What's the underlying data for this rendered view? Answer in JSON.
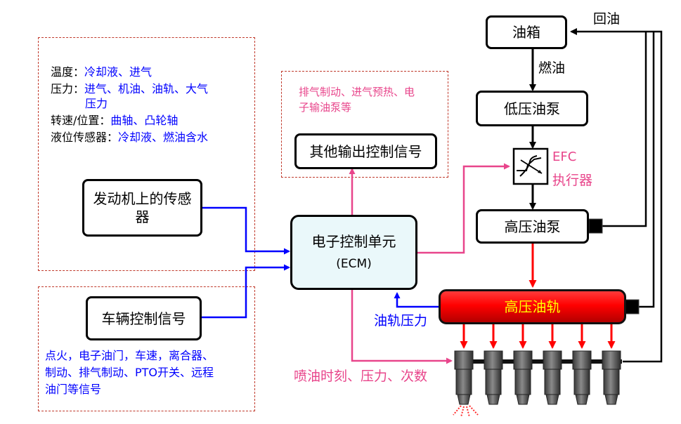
{
  "sensor_info": {
    "temp_label": "温度：",
    "temp_value": "冷却液、进气",
    "press_label": "压力：",
    "press_value_1": "进气、机油、油轨、大气",
    "press_value_2": "压力",
    "speed_label": "转速/位置：",
    "speed_value": "曲轴、凸轮轴",
    "level_label": "液位传感器：",
    "level_value": "冷却液、燃油含水"
  },
  "vehicle_signals": {
    "line1": "点火，电子油门，车速，离合器、",
    "line2": "制动、排气制动、PTO开关、远程",
    "line3": "油门等信号"
  },
  "output_info": {
    "line1": "排气制动、进气预热、电",
    "line2": "子输油泵等"
  },
  "boxes": {
    "engine_sensors": "发动机上的传感器",
    "vehicle_control": "车辆控制信号",
    "ecm_line1": "电子控制单元",
    "ecm_line2": "(ECM)",
    "other_outputs": "其他输出控制信号",
    "fuel_tank": "油箱",
    "low_pressure_pump": "低压油泵",
    "high_pressure_pump": "高压油泵",
    "rail": "高压油轨"
  },
  "labels": {
    "return_oil": "回油",
    "fuel": "燃油",
    "efc": "EFC",
    "actuator": "执行器",
    "rail_pressure": "油轨压力",
    "injection": "喷油时刻、压力、次数"
  },
  "colors": {
    "signal_blue": "#0000ff",
    "signal_pink": "#e8458b",
    "fuel_red": "#ff0000",
    "ecm_fill": "#eaf8fa",
    "dashed_border": "#c0392b"
  }
}
